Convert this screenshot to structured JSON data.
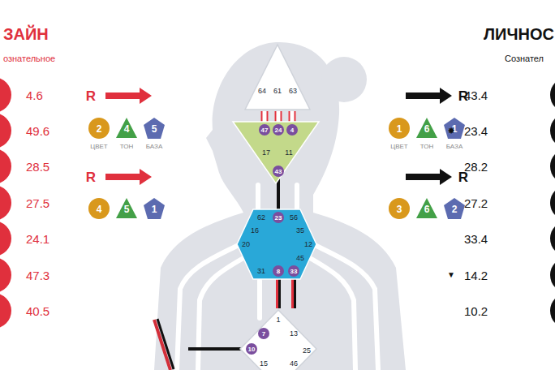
{
  "diagram": {
    "nodes": [
      {
        "text": [
          "64",
          "61",
          "63"
        ]
      },
      {
        "text": [
          "17",
          "11"
        ]
      },
      {
        "text": [
          "47"
        ],
        "in": 1
      },
      {
        "text": [
          "24"
        ],
        "in": 1
      },
      {
        "text": [
          "4"
        ],
        "in": 1
      },
      {
        "text": [
          "43"
        ],
        "in": 1
      },
      {
        "text": [
          "62",
          "56",
          "16",
          "35",
          "20",
          "12",
          "45",
          "31"
        ]
      },
      {
        "text": [
          "23"
        ],
        "in": 6
      },
      {
        "text": [
          "8"
        ],
        "in": 6
      },
      {
        "text": [
          "33"
        ],
        "in": 6
      },
      {
        "text": [
          "1",
          "13",
          "25",
          "15",
          "46"
        ]
      },
      {
        "text": [
          "7"
        ],
        "in": 10
      },
      {
        "text": [
          "10"
        ],
        "in": 10
      },
      {
        "text": [
          "2",
          "ЦВЕТ"
        ]
      },
      {
        "text": [
          "4",
          "ТОН"
        ]
      },
      {
        "text": [
          "5",
          "БАЗА"
        ]
      },
      {
        "text": [
          "4"
        ]
      },
      {
        "text": [
          "5"
        ]
      },
      {
        "text": [
          "1"
        ]
      },
      {
        "text": [
          "1",
          "ЦВЕТ"
        ]
      },
      {
        "text": [
          "6",
          "ТОН"
        ]
      },
      {
        "text": [
          "1",
          "БАЗА"
        ]
      },
      {
        "text": [
          "3"
        ]
      },
      {
        "text": [
          "6"
        ]
      },
      {
        "text": [
          "2"
        ]
      }
    ],
    "edges": [
      {
        "from": 0,
        "to": 2,
        "arrow": "none"
      },
      {
        "from": 0,
        "to": 3,
        "arrow": "none"
      },
      {
        "from": 0,
        "to": 4,
        "arrow": "none"
      },
      {
        "from": 5,
        "to": 7,
        "arrow": "none"
      },
      {
        "from": 8,
        "to": 10,
        "arrow": "none"
      },
      {
        "from": 9,
        "to": 10,
        "arrow": "none"
      }
    ],
    "labels": [
      "ЗАЙН",
      "ознательное",
      "4.6",
      "49.6",
      "28.5",
      "27.5",
      "24.1",
      "47.3",
      "40.5",
      "R",
      "R",
      "ЛИЧНОС",
      "Сознател",
      "43.4",
      "✸",
      "23.4",
      "28.2",
      "27.2",
      "33.4",
      "▼",
      "14.2",
      "10.2",
      "R",
      "R"
    ]
  }
}
